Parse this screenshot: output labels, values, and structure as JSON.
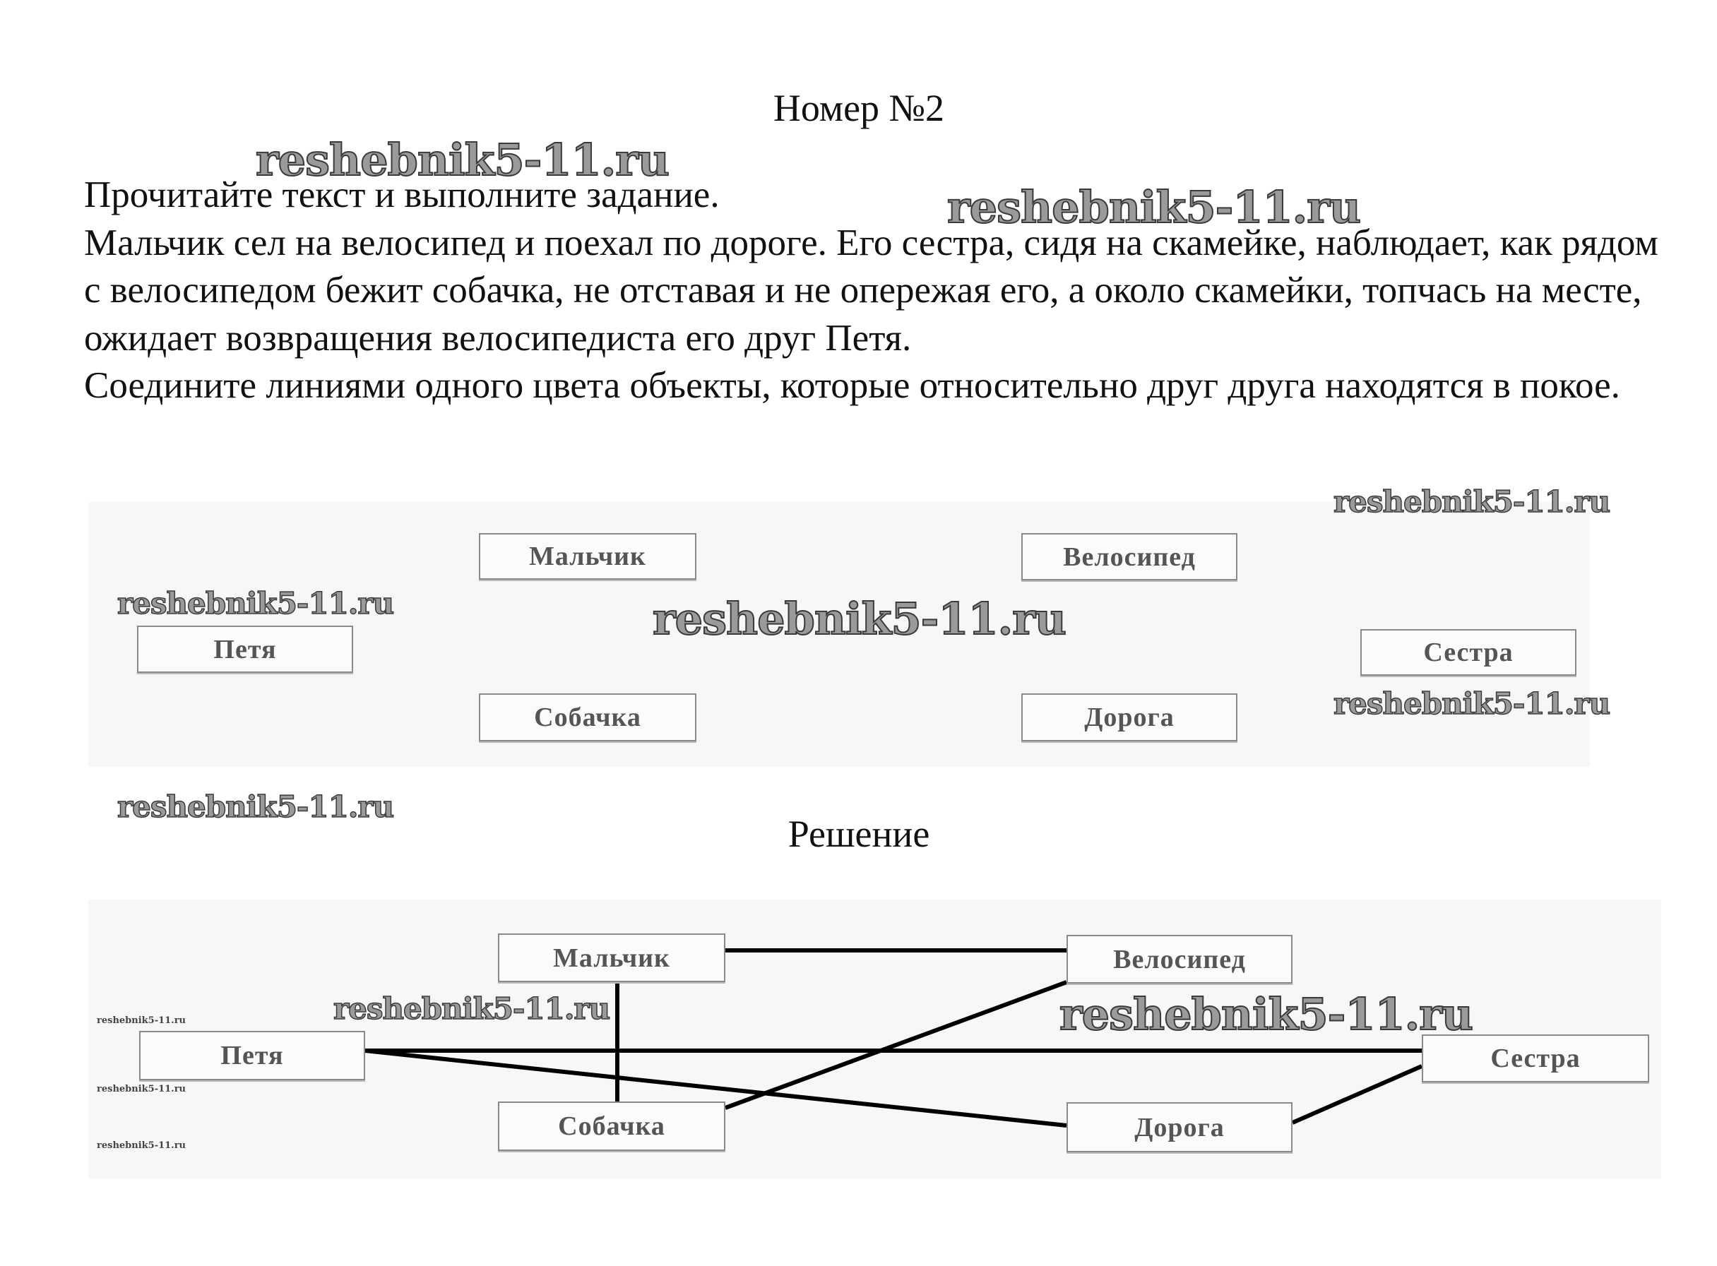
{
  "header": {
    "title": "Номер №2"
  },
  "task": {
    "paragraphs": [
      "Прочитайте текст и выполните задание.",
      "Мальчик сел на велосипед и поехал по дороге. Его сестра, сидя на скамейке, наблюдает, как рядом с велосипедом бежит собачка, не отставая и не опережая его, а около скамейки, топчась на месте, ожидает возвращения велосипедиста его друг Петя.",
      "Соедините линиями одного цвета объекты, которые относительно друг друга находятся в покое."
    ]
  },
  "objects": {
    "boy": "Мальчик",
    "bike": "Велосипед",
    "petya": "Петя",
    "sister": "Сестра",
    "dog": "Собачка",
    "road": "Дорога"
  },
  "solution": {
    "title": "Решение",
    "connections": [
      [
        "boy",
        "bike"
      ],
      [
        "boy",
        "dog"
      ],
      [
        "petya",
        "sister"
      ],
      [
        "petya",
        "road"
      ],
      [
        "dog",
        "bike"
      ],
      [
        "road",
        "sister"
      ]
    ]
  },
  "watermark": "reshebnik5-11.ru"
}
